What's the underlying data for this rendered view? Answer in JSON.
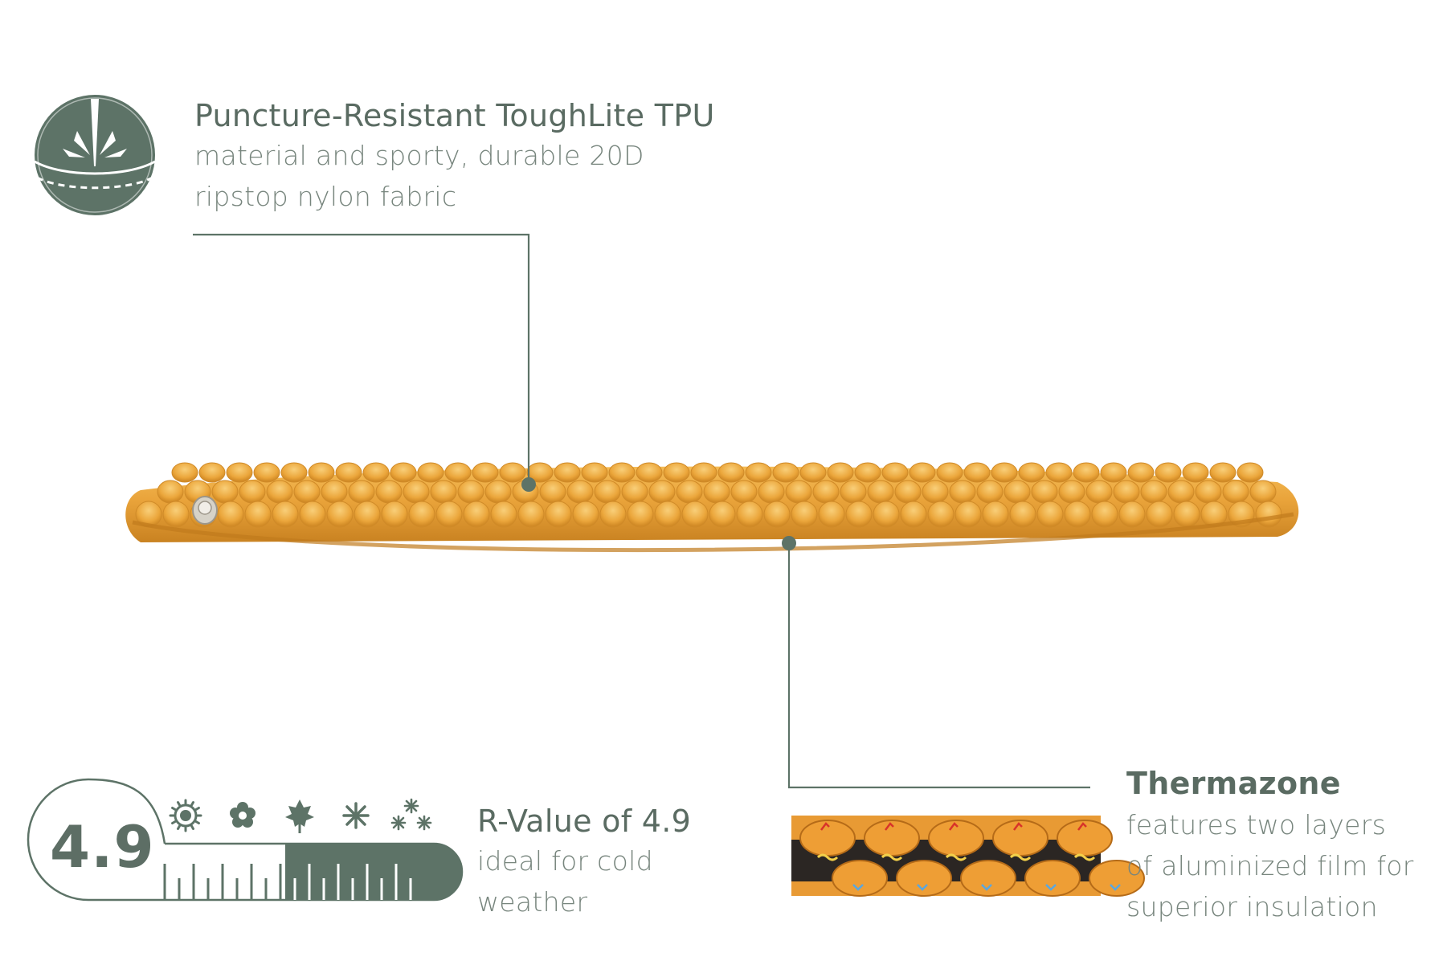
{
  "colors": {
    "accent": "#5d7367",
    "pad_orange": "#e9a33a",
    "pad_shadow": "#c47c1c",
    "text_title": "#5a6b62",
    "text_body": "#77857d"
  },
  "icons": {
    "puncture": "puncture-resistant-icon",
    "sun": "sun-icon",
    "flower": "flower-icon",
    "leaf": "maple-leaf-icon",
    "snowflake": "snowflake-icon",
    "snow": "heavy-snow-icon",
    "thermazone": "thermazone-cross-section-image"
  },
  "material": {
    "title": "Puncture-Resistant ToughLite TPU",
    "lines": [
      "material and sporty, durable 20D",
      "ripstop nylon fabric"
    ]
  },
  "rvalue": {
    "number": "4.9",
    "title": "R-Value of 4.9",
    "lines": [
      "ideal for cold",
      "weather"
    ]
  },
  "thermazone": {
    "title": "Thermazone",
    "lines": [
      "features two layers",
      "of aluminized film for",
      "superior insulation"
    ]
  }
}
